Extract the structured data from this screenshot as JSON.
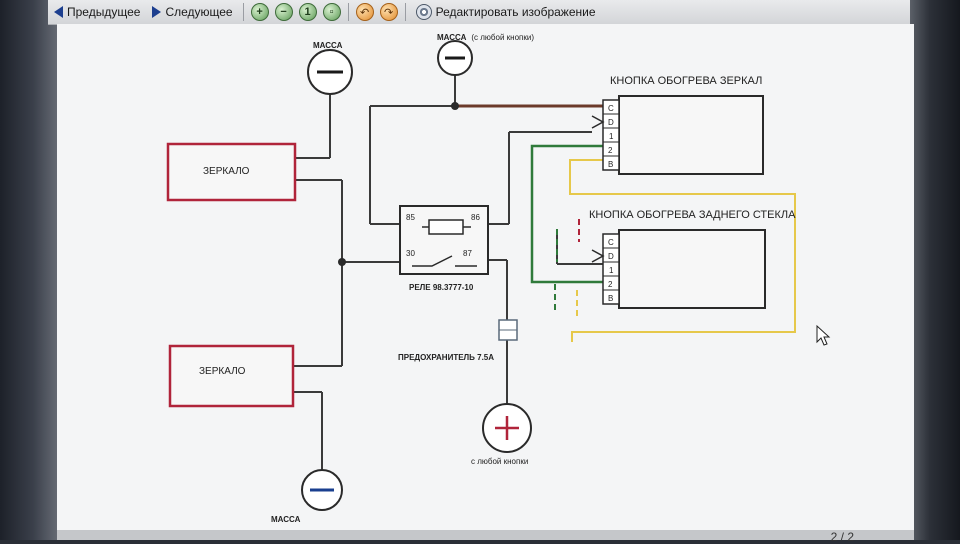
{
  "toolbar": {
    "prev_label": "Предыдущее",
    "next_label": "Следующее",
    "edit_label": "Редактировать изображение"
  },
  "diagram": {
    "ground_top": "МАССА",
    "ground_any": "МАССА",
    "ground_any_note": "(с любой кнопки)",
    "mirror_btn_title": "КНОПКА ОБОГРЕВА ЗЕРКАЛ",
    "rear_btn_title": "КНОПКА ОБОГРЕВА ЗАДНЕГО СТЕКЛА",
    "mirror_top": "ЗЕРКАЛО",
    "mirror_bottom": "ЗЕРКАЛО",
    "relay_label": "РЕЛЕ 98.3777-10",
    "relay_pins": [
      "85",
      "86",
      "30",
      "87"
    ],
    "fuse_label": "ПРЕДОХРАНИТЕЛЬ 7.5А",
    "plus_note": "с любой кнопки",
    "ground_bottom": "МАССА",
    "pins": [
      "C",
      "D",
      "1",
      "2",
      "B"
    ]
  },
  "status": {
    "page": "2 / 2"
  },
  "colors": {
    "brown": "#6b3a2a",
    "green": "#2f7a3a",
    "yellow": "#e6c84a",
    "red": "#b0243a",
    "blue": "#1a3f8f",
    "wire": "#3a3a3a"
  }
}
